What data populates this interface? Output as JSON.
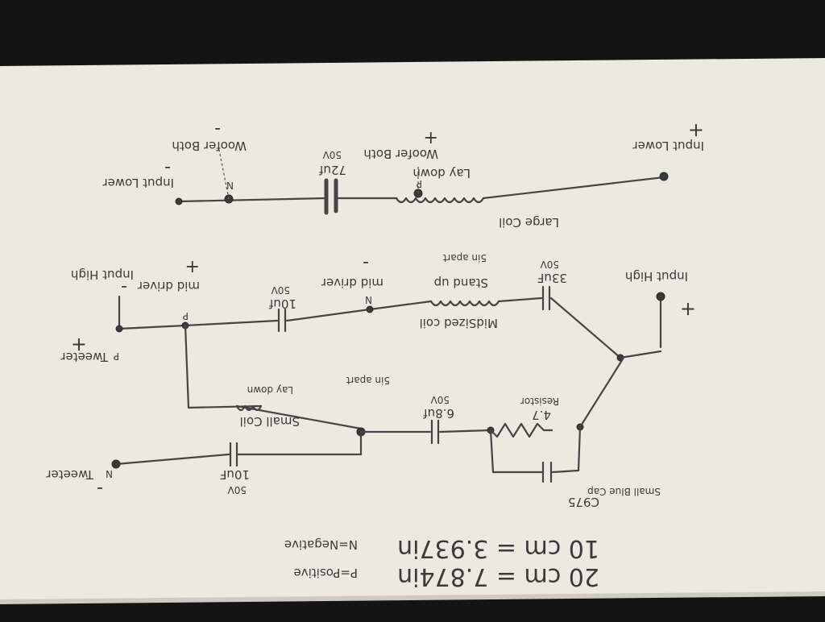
{
  "lower": {
    "input_neg": "Input Lower",
    "input_pos": "Input Lower",
    "woofer_neg": "Woofer Both",
    "woofer_pos": "Woofer Both",
    "cap_value": "72uf",
    "cap_voltage": "50V",
    "coil_label": "Large Coil",
    "coil_orientation": "Lay down",
    "n": "N",
    "p": "P"
  },
  "high": {
    "input_neg": "Input High",
    "input_pos": "Input High",
    "mid_pos": "mid driver",
    "mid_neg": "mid driver",
    "cap1_value": "10uf",
    "cap1_voltage": "50V",
    "cap2_value": "33uF",
    "cap2_voltage": "50V",
    "coil_label": "MidSized coil",
    "coil_orientation": "Stand up",
    "coil_note": "5in apart",
    "n": "N",
    "p": "P"
  },
  "tweeter": {
    "pos_label": "Tweeter",
    "neg_label": "Tweeter",
    "small_coil": "Small Coil",
    "small_coil_orientation": "Lay down",
    "small_coil_note": "5in apart",
    "cap_a_value": "6.8uf",
    "cap_a_voltage": "50V",
    "cap_b_value": "10uF",
    "cap_b_voltage": "50V",
    "resistor_value": "4.7",
    "resistor_label": "Resistor",
    "small_cap_label": "Small Blue Cap",
    "small_cap_code": "C975",
    "p": "P",
    "n": "N"
  },
  "notes": {
    "line1": "20 cm = 7.874in",
    "line2": "10 cm = 3.937in",
    "legend_p": "P=Positive",
    "legend_n": "N=Negative"
  },
  "signs": {
    "plus": "+",
    "minus": "-"
  },
  "colors": {
    "paper": "#ece9e1",
    "background": "#141414",
    "pencil": "#454545"
  }
}
